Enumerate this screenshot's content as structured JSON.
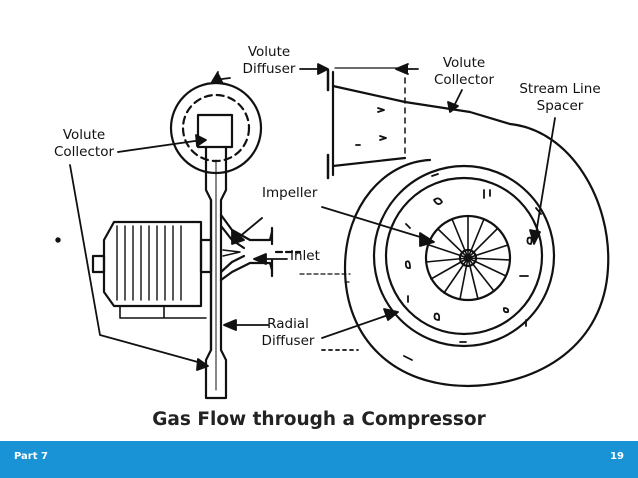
{
  "labels": {
    "volute_diffuser": [
      "Volute",
      "Diffuser"
    ],
    "volute_collector_top": [
      "Volute",
      "Collector"
    ],
    "stream_line_spacer": [
      "Stream Line",
      "Spacer"
    ],
    "volute_collector_left": [
      "Volute",
      "Collector"
    ],
    "impeller": "Impeller",
    "inlet": "Inlet",
    "radial_diffuser": [
      "Radial",
      "Diffuser"
    ]
  },
  "title": "Gas Flow through a Compressor",
  "footer": {
    "section": "Part 7",
    "page": "19",
    "color": "#1a92d6"
  }
}
